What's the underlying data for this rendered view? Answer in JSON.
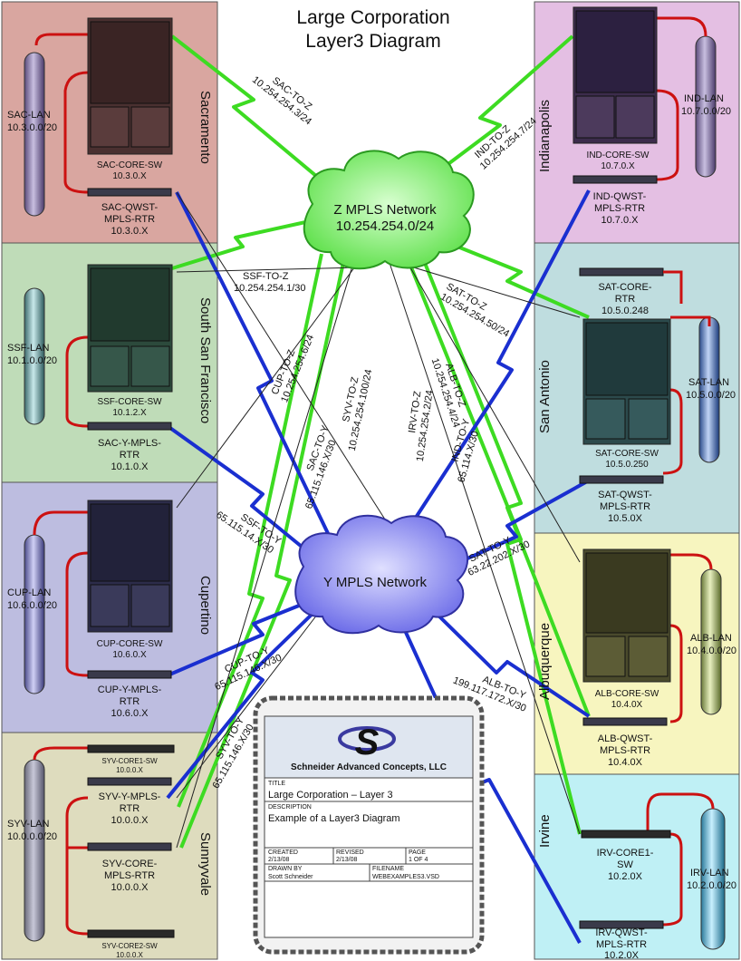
{
  "title": {
    "line1": "Large Corporation",
    "line2": "Layer3 Diagram"
  },
  "colors": {
    "sacramento": "#d9a6a0",
    "ssf": "#bfdcb8",
    "cupertino": "#bdbde0",
    "sunnyvale": "#dedcbe",
    "indianapolis": "#e4bfe3",
    "sanantonio": "#bfdddf",
    "albuquerque": "#f7f5bf",
    "irvine": "#bff0f5",
    "zcloud": "#8cf07e",
    "ycloud": "#8080f0",
    "zlink": "#3ddb22",
    "ylink": "#1a2fd0",
    "lanlink": "#cc1111"
  },
  "sites": {
    "sacramento": {
      "name": "Sacramento",
      "lan": "SAC-LAN",
      "lan_net": "10.3.0.0/20",
      "core": "SAC-CORE-SW",
      "core_ip": "10.3.0.X",
      "rtr1": "SAC-QWST-",
      "rtr2": "MPLS-RTR",
      "rtr_ip": "10.3.0.X"
    },
    "ssf": {
      "name": "South San Francisco",
      "lan": "SSF-LAN",
      "lan_net": "10.1.0.0/20",
      "core": "SSF-CORE-SW",
      "core_ip": "10.1.2.X",
      "rtr1": "SAC-Y-MPLS-",
      "rtr2": "RTR",
      "rtr_ip": "10.1.0.X"
    },
    "cupertino": {
      "name": "Cupertino",
      "lan": "CUP-LAN",
      "lan_net": "10.6.0.0/20",
      "core": "CUP-CORE-SW",
      "core_ip": "10.6.0.X",
      "rtr1": "CUP-Y-MPLS-",
      "rtr2": "RTR",
      "rtr_ip": "10.6.0.X"
    },
    "sunnyvale": {
      "name": "Sunnyvale",
      "lan": "SYV-LAN",
      "lan_net": "10.0.0.0/20",
      "sw1": "SYV-CORE1-SW",
      "sw1_ip": "10.0.0.X",
      "rtr_y1": "SYV-Y-MPLS-",
      "rtr_y2": "RTR",
      "rtr_y_ip": "10.0.0.X",
      "rtr_z1": "SYV-CORE-",
      "rtr_z2": "MPLS-RTR",
      "rtr_z_ip": "10.0.0.X",
      "sw2": "SYV-CORE2-SW",
      "sw2_ip": "10.0.0.X"
    },
    "indianapolis": {
      "name": "Indianapolis",
      "lan": "IND-LAN",
      "lan_net": "10.7.0.0/20",
      "core": "IND-CORE-SW",
      "core_ip": "10.7.0.X",
      "rtr1": "IND-QWST-",
      "rtr2": "MPLS-RTR",
      "rtr_ip": "10.7.0.X"
    },
    "sanantonio": {
      "name": "San Antonio",
      "lan": "SAT-LAN",
      "lan_net": "10.5.0.0/20",
      "rtr_core1": "SAT-CORE-",
      "rtr_core2": "RTR",
      "rtr_core_ip": "10.5.0.248",
      "core": "SAT-CORE-SW",
      "core_ip": "10.5.0.250",
      "rtr1": "SAT-QWST-",
      "rtr2": "MPLS-RTR",
      "rtr_ip": "10.5.0X"
    },
    "albuquerque": {
      "name": "Albuquerque",
      "lan": "ALB-LAN",
      "lan_net": "10.4.0.0/20",
      "core": "ALB-CORE-SW",
      "core_ip": "10.4.0X",
      "rtr1": "ALB-QWST-",
      "rtr2": "MPLS-RTR",
      "rtr_ip": "10.4.0X"
    },
    "irvine": {
      "name": "Irvine",
      "lan": "IRV-LAN",
      "lan_net": "10.2.0.0/20",
      "sw1": "IRV-CORE1-",
      "sw2": "SW",
      "sw_ip": "10.2.0X",
      "rtr1": "IRV-QWST-",
      "rtr2": "MPLS-RTR",
      "rtr_ip": "10.2.0X"
    }
  },
  "clouds": {
    "z": {
      "name": "Z MPLS Network",
      "net": "10.254.254.0/24"
    },
    "y": {
      "name": "Y MPLS Network"
    }
  },
  "links": {
    "sac_z": {
      "name": "SAC-TO-Z",
      "ip": "10.254.254.3/24"
    },
    "ind_z": {
      "name": "IND-TO-Z",
      "ip": "10.254.254.7/24"
    },
    "ssf_z": {
      "name": "SSF-TO-Z",
      "ip": "10.254.254.1/30"
    },
    "sat_z": {
      "name": "SAT-TO-Z",
      "ip": "10.254.254.50/24"
    },
    "cup_z": {
      "name": "CUP-TO-Z",
      "ip": "10.254.254.6/24"
    },
    "syv_z": {
      "name": "SYV-TO-Z",
      "ip": "10.254.254.100/24"
    },
    "irv_z": {
      "name": "IRV-TO-Z",
      "ip": "10.254.254.2/24"
    },
    "alb_z": {
      "name": "ALB-TO-Z",
      "ip": "10.254.254.4/24"
    },
    "sac_y": {
      "name": "SAC-TO-Y",
      "ip": "65.115.146.X/30"
    },
    "ind_y": {
      "name": "IND-TO-Y",
      "ip": "65.114.X/30"
    },
    "ssf_y": {
      "name": "SSF-TO-Y",
      "ip": "65.115.14.X/30"
    },
    "sat_y": {
      "name": "SAT-TO-Y",
      "ip": "63.22.202.X/30"
    },
    "cup_y": {
      "name": "CUP-TO-Y",
      "ip": "65.115.146.X/30"
    },
    "syv_y": {
      "name": "SYV-TO-Y",
      "ip": "65.115.146.X/30"
    },
    "alb_y": {
      "name": "ALB-TO-Y",
      "ip": "199.117.172.X/30"
    }
  },
  "titleblock": {
    "logo": "S",
    "company": "Schneider Advanced Concepts, LLC",
    "title_label": "TITLE",
    "title": "Large Corporation – Layer 3",
    "desc_label": "DESCRIPTION",
    "desc": "Example of a Layer3 Diagram",
    "created_label": "CREATED",
    "created": "2/13/08",
    "revised_label": "REVISED",
    "revised": "2/13/08",
    "page_label": "PAGE",
    "page": "1 OF 4",
    "drawn_label": "DRAWN BY",
    "drawn": "Scott Schneider",
    "file_label": "FILENAME",
    "file": "WEBEXAMPLES3.VSD"
  }
}
